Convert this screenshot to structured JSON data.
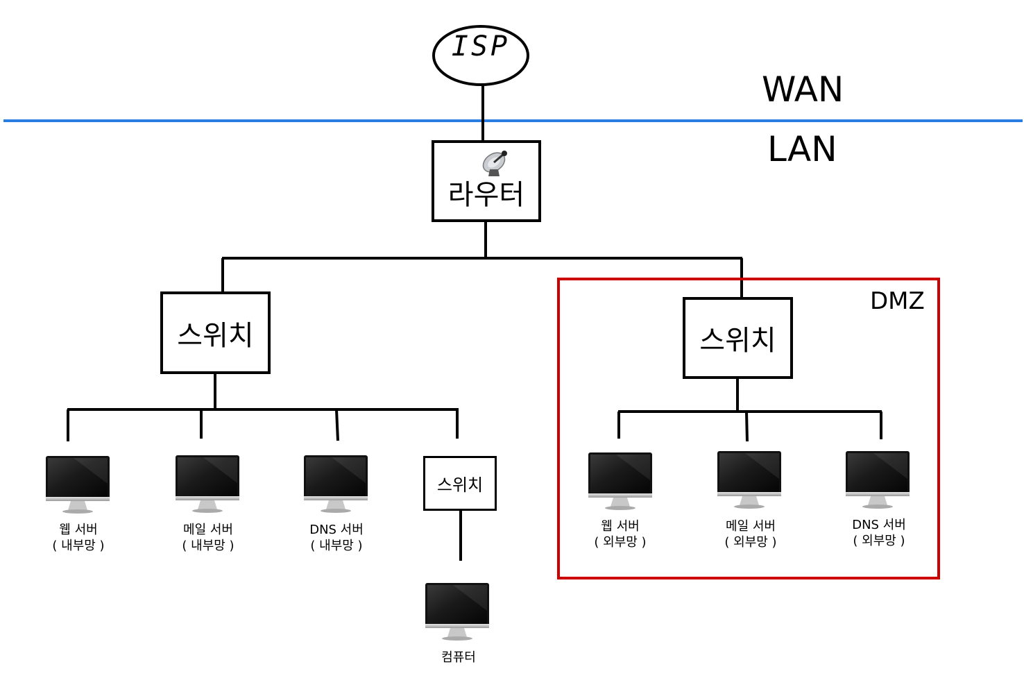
{
  "zones": {
    "wan": "WAN",
    "lan": "LAN",
    "dmz": "DMZ"
  },
  "isp": {
    "label": "ISP"
  },
  "router": {
    "label": "라우터",
    "icon": "satellite-dish-icon"
  },
  "switches": {
    "internal": "스위치",
    "dmz": "스위치",
    "sub": "스위치"
  },
  "internal_devices": [
    {
      "name": "웹 서버",
      "network": "( 내부망 )"
    },
    {
      "name": "메일 서버",
      "network": "( 내부망 )"
    },
    {
      "name": "DNS 서버",
      "network": "( 내부망 )"
    }
  ],
  "dmz_devices": [
    {
      "name": "웹 서버",
      "network": "( 외부망 )"
    },
    {
      "name": "메일 서버",
      "network": "( 외부망 )"
    },
    {
      "name": "DNS 서버",
      "network": "( 외부망 )"
    }
  ],
  "computer": {
    "name": "컴퓨터"
  },
  "colors": {
    "divider": "#2a7de1",
    "dmz_border": "#cc0000",
    "line": "#000000"
  }
}
